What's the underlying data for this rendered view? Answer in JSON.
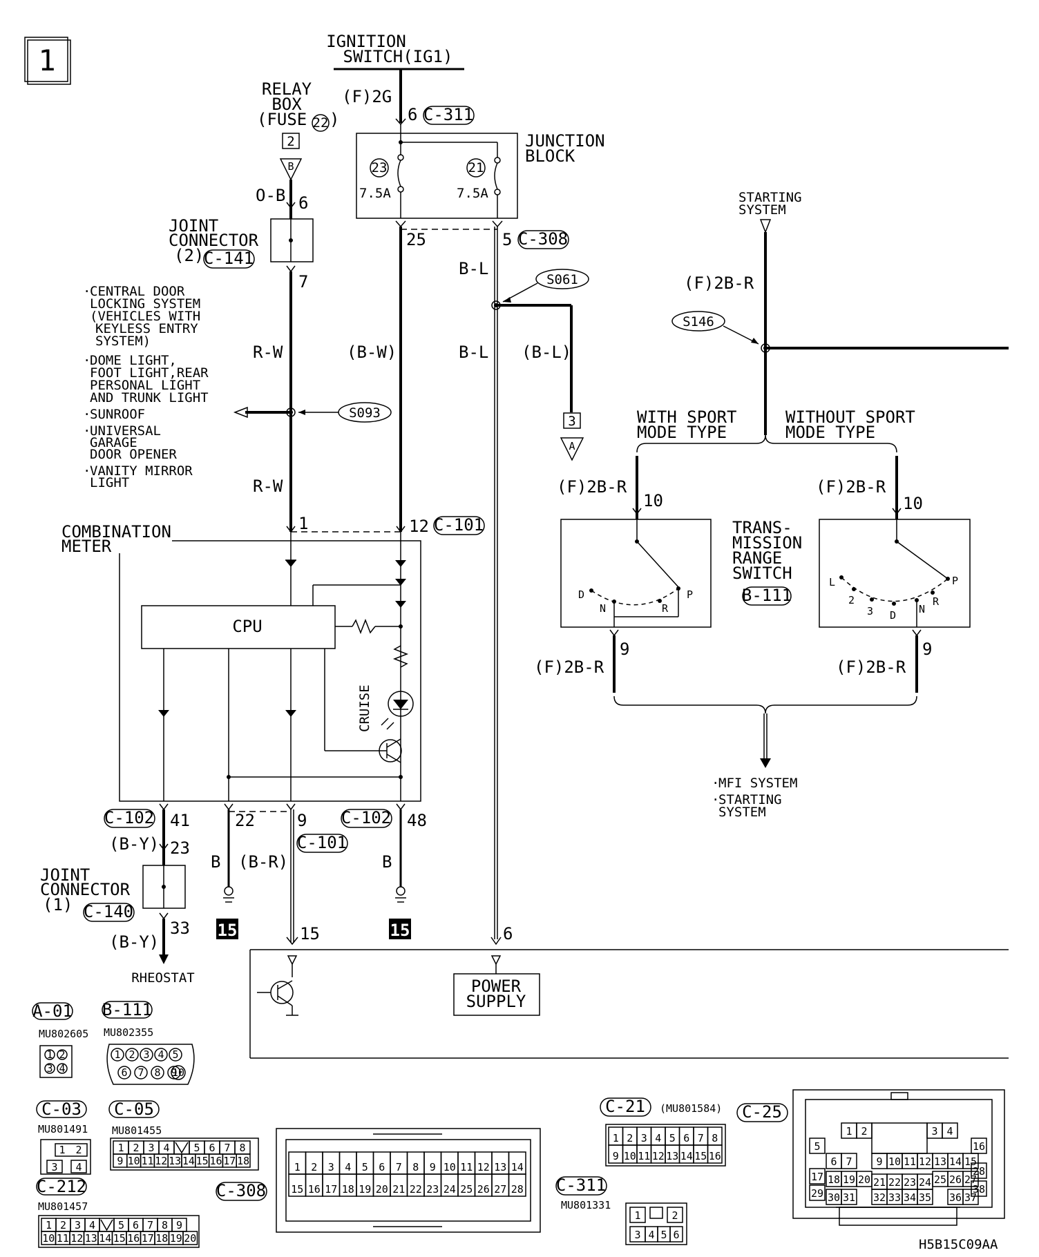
{
  "page_number": "1",
  "ignition": [
    "IGNITION",
    "SWITCH(IG1)"
  ],
  "relay_box": [
    "RELAY",
    "BOX",
    "(FUSE",
    "22",
    ")"
  ],
  "junction_block": [
    "JUNCTION",
    "BLOCK"
  ],
  "starting_system_top": [
    "STARTING",
    "SYSTEM"
  ],
  "joint_connector_2": [
    "JOINT",
    "CONNECTOR",
    "(2)"
  ],
  "joint_connector_1": [
    "JOINT",
    "CONNECTOR",
    "(1)"
  ],
  "combination_meter": [
    "COMBINATION",
    "METER"
  ],
  "cpu": "CPU",
  "cruise": "CRUISE",
  "power_supply": [
    "POWER",
    "SUPPLY"
  ],
  "rheostat": "RHEOSTAT",
  "trans_switch": [
    "TRANS-",
    "MISSION",
    "RANGE",
    "SWITCH"
  ],
  "with_sport": [
    "WITH SPORT",
    "MODE TYPE"
  ],
  "without_sport": [
    "WITHOUT SPORT",
    "MODE TYPE"
  ],
  "mfi": [
    "MFI SYSTEM",
    "STARTING",
    "SYSTEM"
  ],
  "loads": [
    [
      "CENTRAL DOOR",
      "LOCKING SYSTEM",
      "(VEHICLES WITH",
      "KEYLESS ENTRY",
      "SYSTEM)"
    ],
    [
      "DOME LIGHT,",
      "FOOT LIGHT,REAR",
      "PERSONAL LIGHT",
      "AND TRUNK LIGHT"
    ],
    [
      "SUNROOF"
    ],
    [
      "UNIVERSAL",
      "GARAGE",
      "DOOR OPENER"
    ],
    [
      "VANITY MIRROR",
      "LIGHT"
    ]
  ],
  "fuses": {
    "f23": "23",
    "f21": "21",
    "a1": "7.5A",
    "a2": "7.5A",
    "relay_no": "2",
    "relay_flag": "B",
    "out_no": "3",
    "out_flag": "A"
  },
  "wires": {
    "f2g": "(F)2G",
    "ob": "O-B",
    "rw1": "R-W",
    "rw2": "R-W",
    "bw": "(B-W)",
    "bl1": "B-L",
    "bl2": "B-L",
    "bl3": "(B-L)",
    "f2br_top": "(F)2B-R",
    "f2br_l1": "(F)2B-R",
    "f2br_r1": "(F)2B-R",
    "f2br_l2": "(F)2B-R",
    "f2br_r2": "(F)2B-R",
    "by1": "(B-Y)",
    "by2": "(B-Y)",
    "b1": "B",
    "br": "(B-R)",
    "b2": "B"
  },
  "pins": {
    "p6a": "6",
    "p6b": "6",
    "p7": "7",
    "p25": "25",
    "p5": "5",
    "p1": "1",
    "p12": "12",
    "p10a": "10",
    "p10b": "10",
    "p9a": "9",
    "p9b": "9",
    "p41": "41",
    "p22": "22",
    "p9c": "9",
    "p48": "48",
    "p23": "23",
    "p33": "33",
    "p15": "15",
    "p6c": "6"
  },
  "connectors": {
    "c311": "C-311",
    "c141": "C-141",
    "c308": "C-308",
    "c101a": "C-101",
    "c101b": "C-101",
    "c102a": "C-102",
    "c102b": "C-102",
    "c140": "C-140",
    "b111": "B-111"
  },
  "splices": {
    "s061": "S061",
    "s093": "S093",
    "s146": "S146"
  },
  "grounds": [
    "15",
    "15"
  ],
  "switch_positions": {
    "sport": [
      "D",
      "N",
      "R",
      "P"
    ],
    "nosport": [
      "L",
      "2",
      "3",
      "D",
      "N",
      "R",
      "P"
    ]
  },
  "legend": {
    "a01": "A-01",
    "a01_part": "MU802605",
    "a01_pins": [
      "1",
      "2",
      "3",
      "4"
    ],
    "b111": "B-111",
    "b111_part": "MU802355",
    "b111_pins": [
      "1",
      "2",
      "3",
      "4",
      "5",
      "6",
      "7",
      "8",
      "9",
      "10"
    ],
    "c03": "C-03",
    "c03_part": "MU801491",
    "c03_pins": [
      "1",
      "2",
      "3",
      "4"
    ],
    "c05": "C-05",
    "c05_part": "MU801455",
    "c05_pins": [
      "1",
      "2",
      "3",
      "4",
      "5",
      "6",
      "7",
      "8",
      "9",
      "10",
      "11",
      "12",
      "13",
      "14",
      "15",
      "16",
      "17",
      "18"
    ],
    "c212": "C-212",
    "c212_part": "MU801457",
    "c212_pins": [
      "1",
      "2",
      "3",
      "4",
      "5",
      "6",
      "7",
      "8",
      "9",
      "10",
      "11",
      "12",
      "13",
      "14",
      "15",
      "16",
      "17",
      "18",
      "19",
      "20"
    ],
    "c308": "C-308",
    "c308_pins": [
      "1",
      "2",
      "3",
      "4",
      "5",
      "6",
      "7",
      "8",
      "9",
      "10",
      "11",
      "12",
      "13",
      "14",
      "15",
      "16",
      "17",
      "18",
      "19",
      "20",
      "21",
      "22",
      "23",
      "24",
      "25",
      "26",
      "27",
      "28"
    ],
    "c21": "C-21",
    "c21_part": "(MU801584)",
    "c21_pins": [
      "1",
      "2",
      "3",
      "4",
      "5",
      "6",
      "7",
      "8",
      "9",
      "10",
      "11",
      "12",
      "13",
      "14",
      "15",
      "16"
    ],
    "c311": "C-311",
    "c311_part": "MU801331",
    "c311_pins": [
      "1",
      "2",
      "3",
      "4",
      "5",
      "6"
    ],
    "c25": "C-25",
    "c25_pins": [
      "1",
      "2",
      "3",
      "4",
      "5",
      "6",
      "7",
      "8",
      "9",
      "10",
      "11",
      "12",
      "13",
      "14",
      "15",
      "16",
      "17",
      "18",
      "19",
      "20",
      "21",
      "22",
      "23",
      "24",
      "25",
      "26",
      "27",
      "28",
      "29",
      "30",
      "31",
      "32",
      "33",
      "34",
      "35",
      "36",
      "37",
      "38"
    ]
  },
  "doc_code": "H5B15C09AA"
}
